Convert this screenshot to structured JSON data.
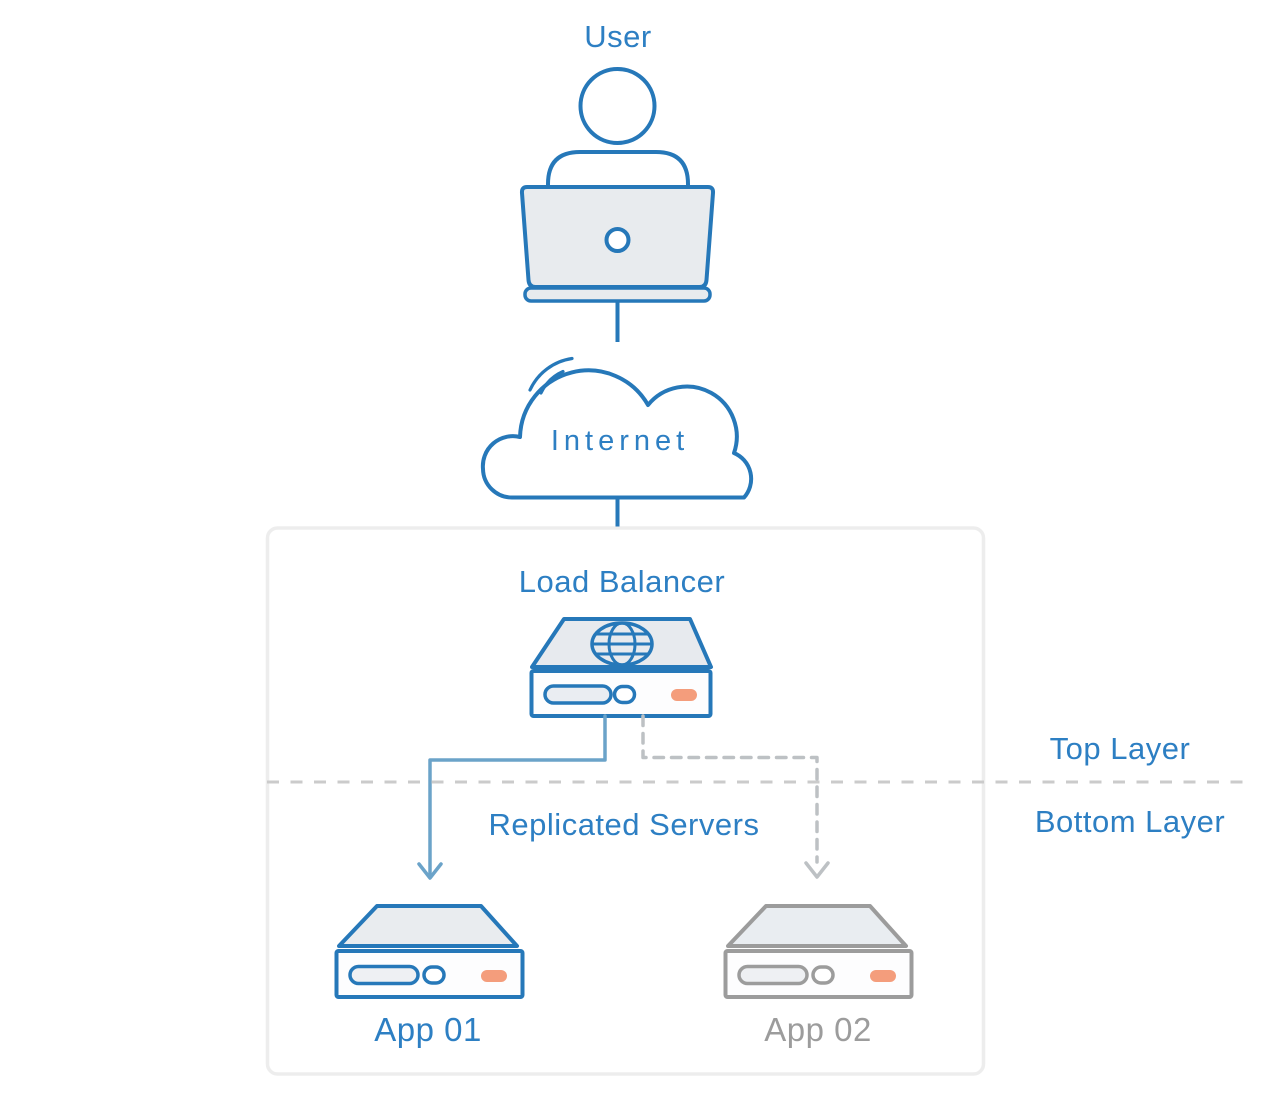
{
  "diagram": {
    "labels": {
      "user": "User",
      "internet": "Internet",
      "load_balancer": "Load Balancer",
      "top_layer": "Top Layer",
      "bottom_layer": "Bottom Layer",
      "replicated_servers": "Replicated Servers",
      "app_01": "App 01",
      "app_02": "App 02"
    },
    "icons": [
      "user-icon",
      "laptop-icon",
      "internet-cloud-icon",
      "load-balancer-icon",
      "globe-icon",
      "server-icon-app01",
      "server-icon-app02"
    ],
    "connections": [
      {
        "from": "User",
        "to": "Internet",
        "style": "solid"
      },
      {
        "from": "Internet",
        "to": "Load Balancer",
        "style": "solid"
      },
      {
        "from": "Load Balancer",
        "to": "App 01",
        "style": "solid-arrow"
      },
      {
        "from": "Load Balancer",
        "to": "App 02",
        "style": "dashed-arrow"
      }
    ],
    "colors": {
      "primary_blue": "#2678b9",
      "text_blue": "#2d7fc3",
      "connector_blue": "#6ba3c9",
      "connector_gray": "#bdc1c4",
      "divider_gray": "#cbcbcb",
      "inactive_gray": "#9c9c9c",
      "box_border": "#ededed",
      "device_fill": "#e8ebee",
      "pill_fill": "#eaedf2",
      "accent_orange": "#f49d7c"
    }
  }
}
